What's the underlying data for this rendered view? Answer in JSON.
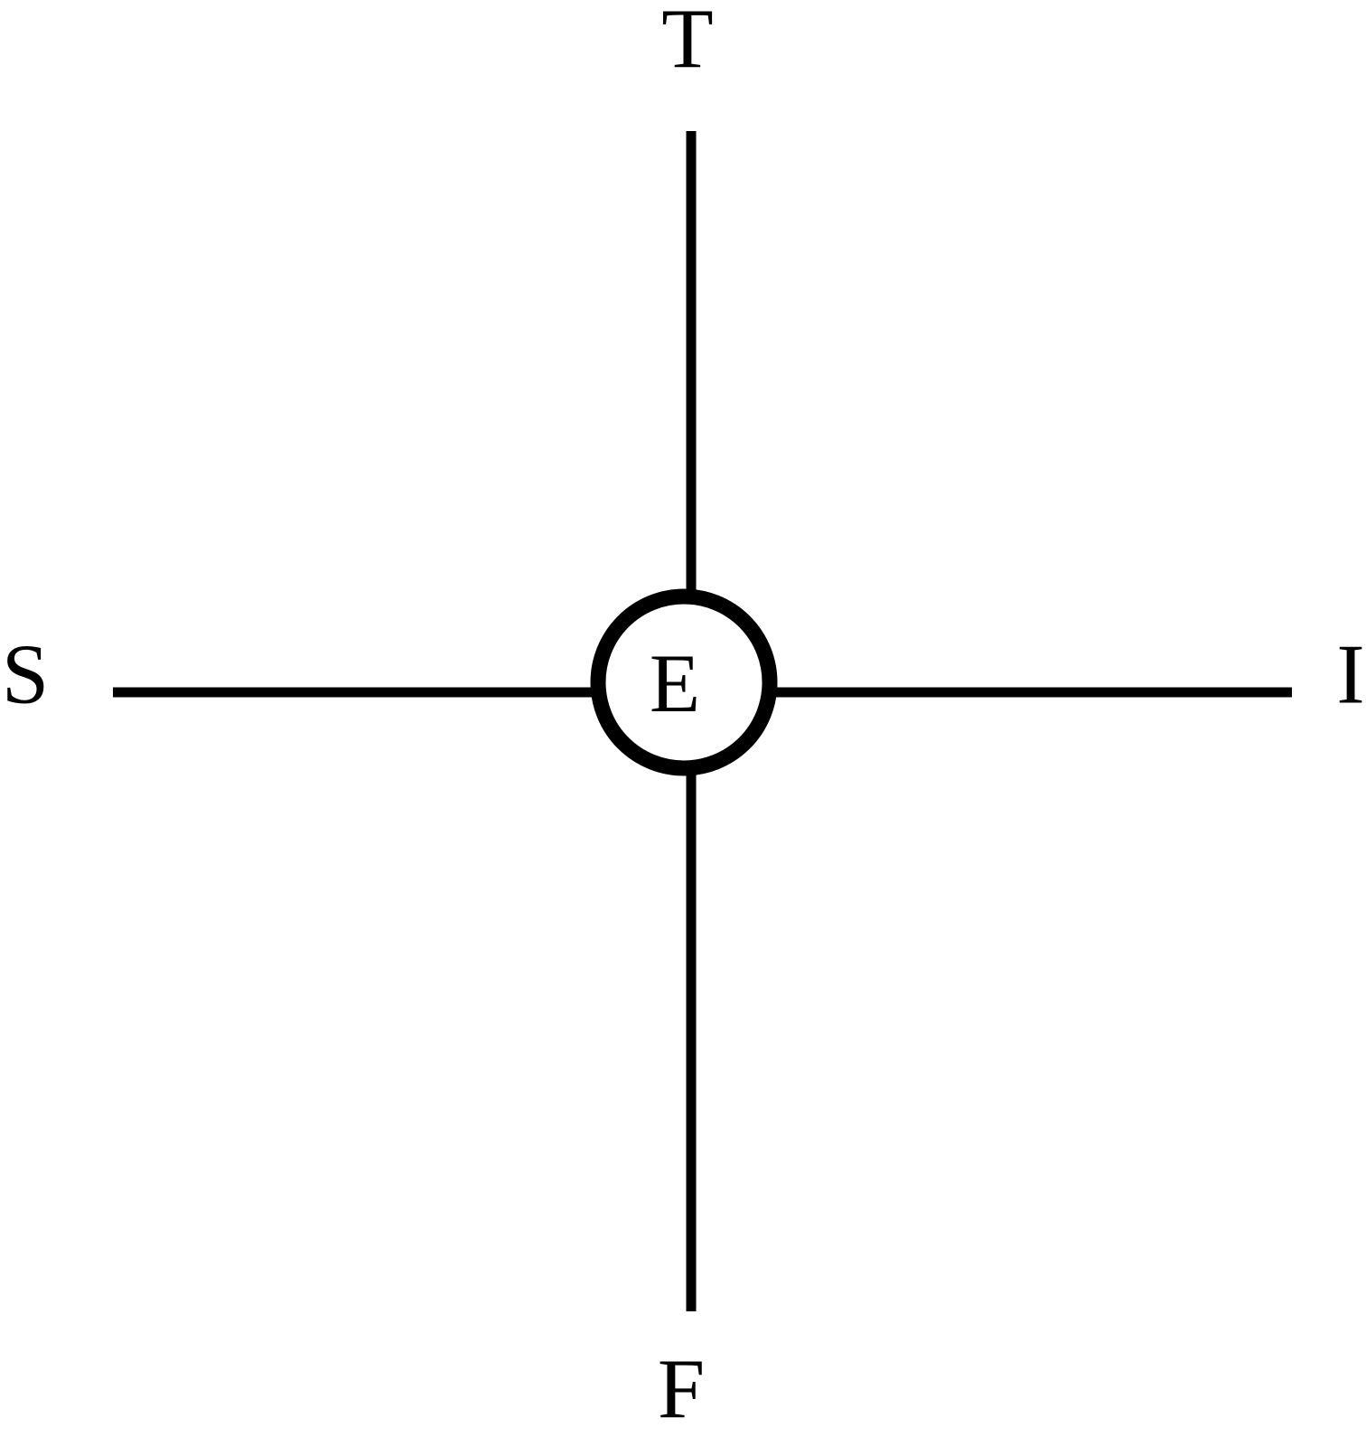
{
  "diagram": {
    "center": {
      "label": "E"
    },
    "poles": {
      "top": "T",
      "bottom": "F",
      "left": "S",
      "right": "I"
    },
    "colors": {
      "stroke": "#000000",
      "background": "#ffffff"
    }
  }
}
